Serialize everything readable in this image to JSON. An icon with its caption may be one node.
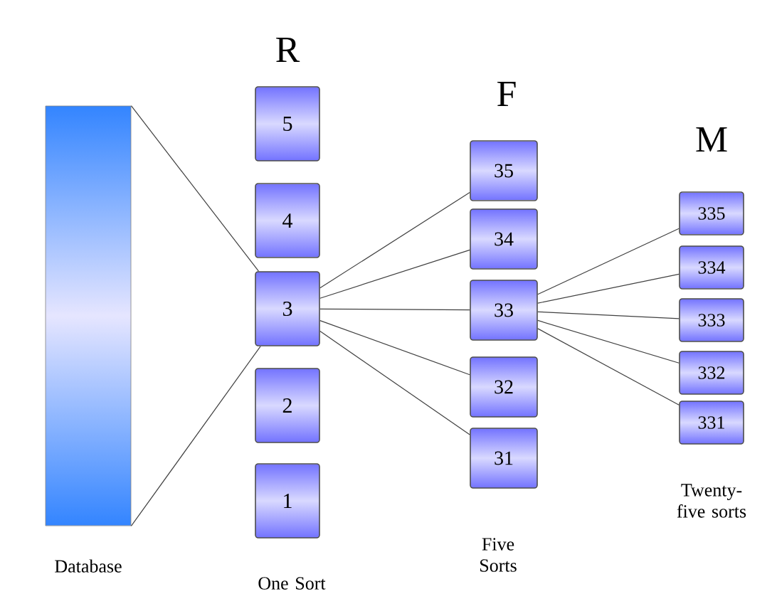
{
  "diagram": {
    "nodes": [
      {
        "text": [],
        "shape": "bar",
        "beside": [
          "Database"
        ]
      },
      {
        "text": [
          "5"
        ]
      },
      {
        "text": [
          "4"
        ]
      },
      {
        "text": [
          "3"
        ]
      },
      {
        "text": [
          "2"
        ]
      },
      {
        "text": [
          "1"
        ]
      },
      {
        "text": [
          "35"
        ]
      },
      {
        "text": [
          "34"
        ]
      },
      {
        "text": [
          "33"
        ]
      },
      {
        "text": [
          "32"
        ]
      },
      {
        "text": [
          "31"
        ]
      },
      {
        "text": [
          "335"
        ]
      },
      {
        "text": [
          "334"
        ]
      },
      {
        "text": [
          "333"
        ]
      },
      {
        "text": [
          "332"
        ]
      },
      {
        "text": [
          "331"
        ]
      }
    ],
    "edges": [
      {
        "from": 0,
        "to": 3,
        "arrow": "none"
      },
      {
        "from": 0,
        "to": 3,
        "arrow": "none"
      },
      {
        "from": 3,
        "to": 6,
        "arrow": "none"
      },
      {
        "from": 3,
        "to": 7,
        "arrow": "none"
      },
      {
        "from": 3,
        "to": 8,
        "arrow": "none"
      },
      {
        "from": 3,
        "to": 9,
        "arrow": "none"
      },
      {
        "from": 3,
        "to": 10,
        "arrow": "none"
      },
      {
        "from": 8,
        "to": 11,
        "arrow": "none"
      },
      {
        "from": 8,
        "to": 12,
        "arrow": "none"
      },
      {
        "from": 8,
        "to": 13,
        "arrow": "none"
      },
      {
        "from": 8,
        "to": 14,
        "arrow": "none"
      },
      {
        "from": 8,
        "to": 15,
        "arrow": "none"
      }
    ],
    "labels": [
      "R",
      "F",
      "M",
      "Twenty-five sorts",
      "Five Sorts",
      "One Sort"
    ]
  }
}
